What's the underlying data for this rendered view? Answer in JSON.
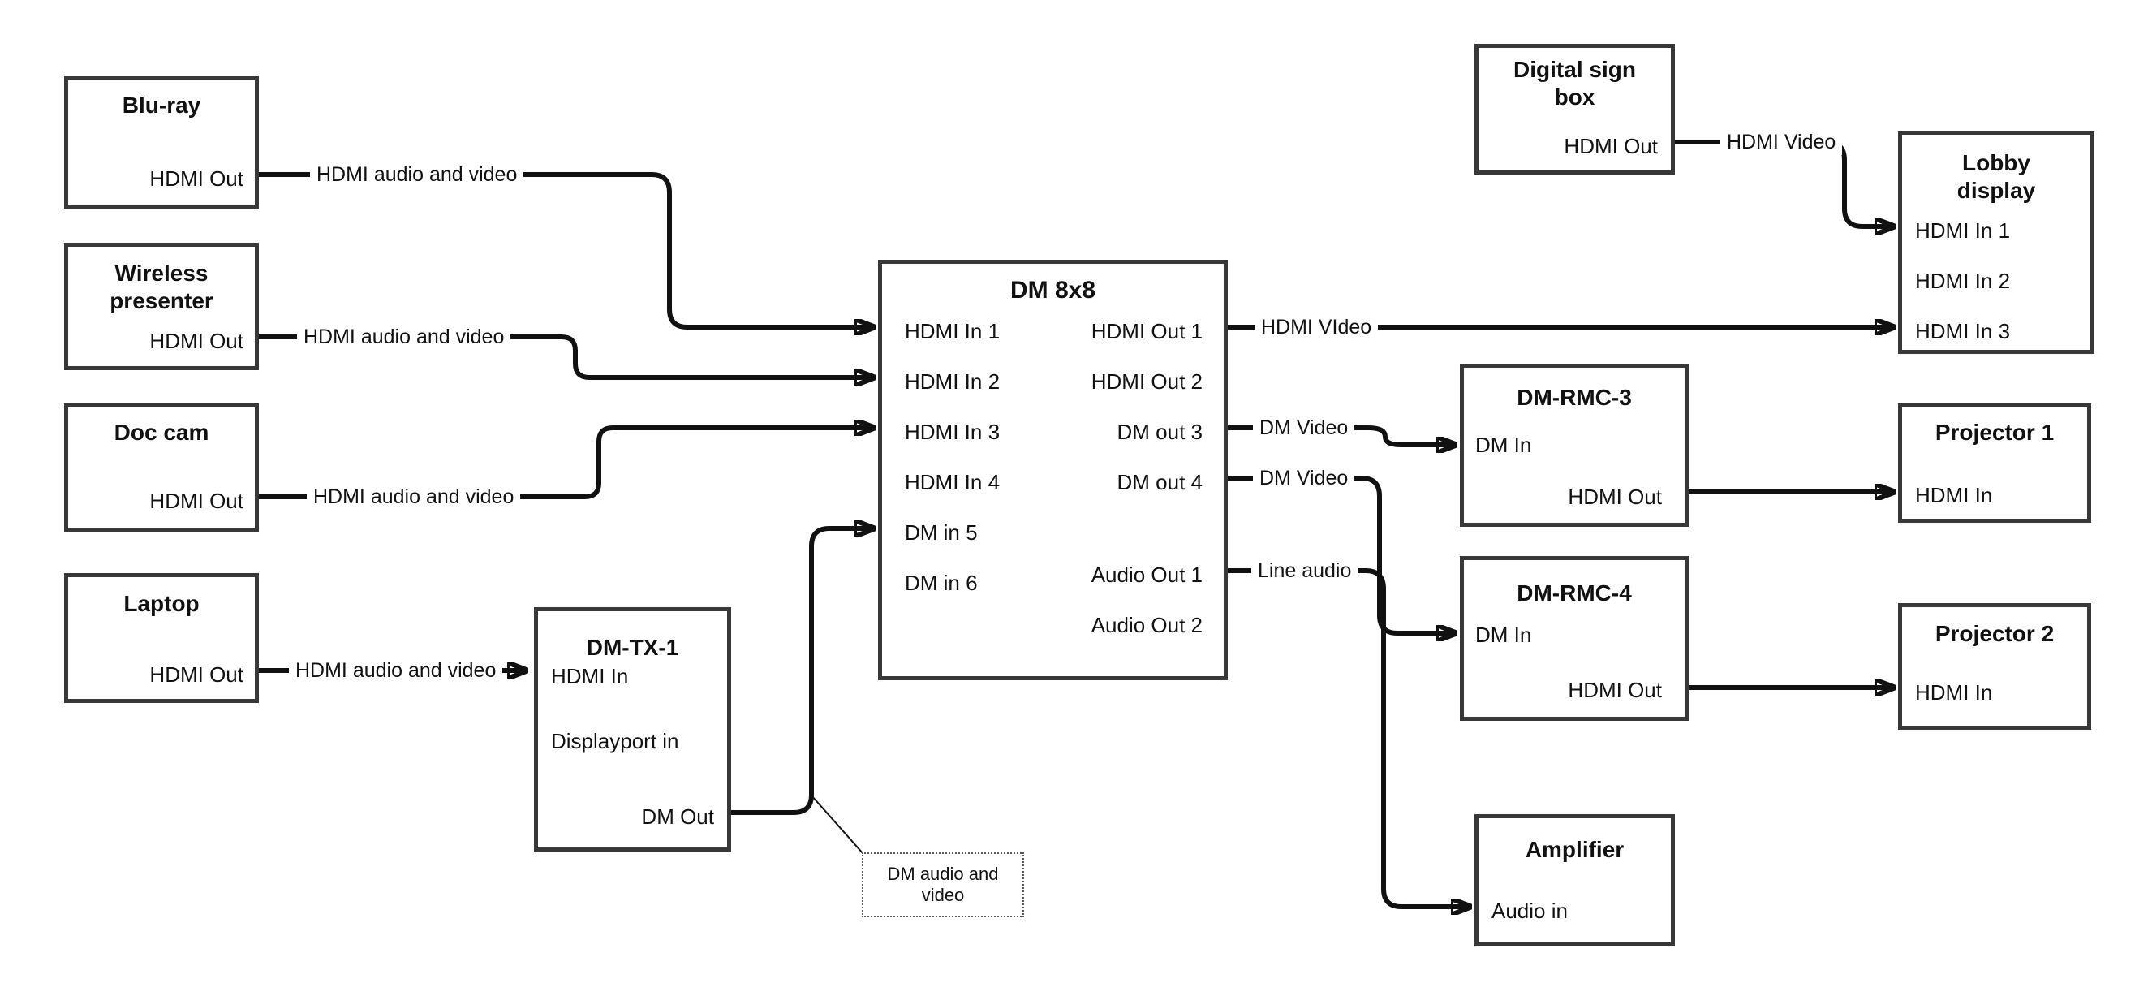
{
  "nodes": {
    "bluray": {
      "title": "Blu-ray",
      "port": "HDMI Out"
    },
    "wireless_presenter": {
      "title1": "Wireless",
      "title2": "presenter",
      "port": "HDMI Out"
    },
    "doc_cam": {
      "title": "Doc cam",
      "port": "HDMI Out"
    },
    "laptop": {
      "title": "Laptop",
      "port": "HDMI Out"
    },
    "dm_tx_1": {
      "title": "DM-TX-1",
      "ports": [
        "HDMI In",
        "Displayport in",
        "DM Out"
      ]
    },
    "dm_8x8": {
      "title": "DM 8x8",
      "inputs": [
        "HDMI In 1",
        "HDMI In 2",
        "HDMI In 3",
        "HDMI In 4",
        "DM in 5",
        "DM in 6"
      ],
      "outputs": [
        "HDMI Out 1",
        "HDMI Out 2",
        "DM out 3",
        "DM out 4",
        "Audio Out 1",
        "Audio Out 2"
      ]
    },
    "digital_sign_box": {
      "title1": "Digital sign",
      "title2": "box",
      "port": "HDMI Out"
    },
    "lobby_display": {
      "title1": "Lobby",
      "title2": "display",
      "inputs": [
        "HDMI In 1",
        "HDMI In 2",
        "HDMI In 3"
      ]
    },
    "dm_rmc_3": {
      "title": "DM-RMC-3",
      "port_in": "DM In",
      "port_out": "HDMI Out"
    },
    "projector_1": {
      "title": "Projector 1",
      "port": "HDMI In"
    },
    "dm_rmc_4": {
      "title": "DM-RMC-4",
      "port_in": "DM In",
      "port_out": "HDMI Out"
    },
    "projector_2": {
      "title": "Projector 2",
      "port": "HDMI In"
    },
    "amplifier": {
      "title": "Amplifier",
      "port": "Audio in"
    }
  },
  "connections": {
    "bluray_to_dm8x8": "HDMI audio and video",
    "wireless_to_dm8x8": "HDMI audio and video",
    "doccam_to_dm8x8": "HDMI audio and video",
    "laptop_to_dmtx1": "HDMI audio and video",
    "hdmi_out1_to_lobby": "HDMI VIdeo",
    "digital_sign_to_lobby": "HDMI Video",
    "dm_out3_to_rmc3": "DM Video",
    "dm_out4_to_rmc4": "DM Video",
    "audio_out1_to_amplifier": "Line audio"
  },
  "callout": {
    "line1": "DM audio and",
    "line2": "video"
  },
  "colors": {
    "line": "#111111",
    "box_border": "#383838",
    "background": "#ffffff",
    "text": "#111111"
  }
}
